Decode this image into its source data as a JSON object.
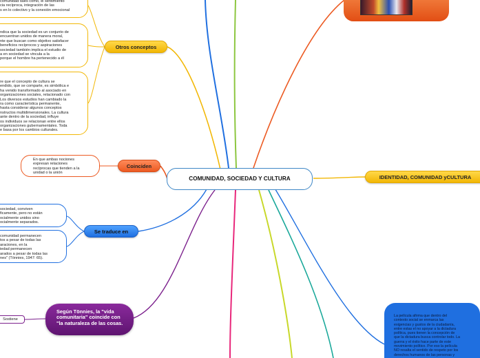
{
  "central": {
    "title": "COMUNIDAD, SOCIEDAD Y CULTURA"
  },
  "nodes": {
    "otros_conceptos": "Otros conceptos",
    "coinciden": "Coinciden",
    "se_traduce_en": "Se traduce en",
    "identidad": "IDENTIDAD, COMUNIDAD yCULTURA",
    "tonnies": "Según Tönnies, la \"vida comunitaria\" coincide con \"la naturaleza de las cosas.",
    "sostiene": "Sostiene"
  },
  "texts": {
    "otros_1": "comunidad tales como, el sentimiento\ncia recíproca, integración de las\ns en lo colectivo y la conexión emocional",
    "otros_2": "ndica que la sociedad es un conjunto de\nencuentran unidos de manera moral,\nnte que buscan como objetivo satisfacer\nbeneficios recíprocos y aspiraciones\nsociedad también implica el estudio de\na en sociedad se vincula a la\nporque el hombre ha pertenecido a él",
    "otros_3": "re que el concepto de cultura se\nendido, que se comparte, es simbólica e\nha venido transformado al asociado en\norganizaciones sociales, relacionado con\nLos diversos estudios han cambiado la\nra como característica permanente,\nhasta considerar algunos conceptos\nnstructos multidimensionales. La cultura\nante dentro de la sociedad, influye\nos individuos se relacionan entre ellos\norganizaciones gubernamentales. Toda\ne basa por los cambios culturales.",
    "coinciden_1": "En que ambas nociones\nexpresan relaciones\nrecíprocas que tienden a la\nunidad o la unión",
    "traduce_1": "sociedad, conviven\nficamente, pero no están\nocialmente unidos sino\nocialmente separados.",
    "traduce_2": "comunidad permanecen\ntos a pesar de todas las\naraciones, en la\niedad permanecen\narados a pesar de todas las\nnes\" (Tönnies, 1947: 65).",
    "blue_note": "La película afirma que dentro del\ncontexto social se enmarca las\nexigencias y gustos de la ciudadanía,\nentre estas el no apoyar a la dictadura\npolítica, pues tienen la concepción de\nque la dictadura busca controlar todo. La\nguerra y el éxito hace parte de este\nmovimiento político. Por eso la película\nNO resalta el sentido de respeto por los\nderechos humanos de las personas y"
  },
  "colors": {
    "yellow": "#f2b705",
    "orange": "#ec5a22",
    "blue": "#1f6fe0",
    "purple": "#7b1f8c",
    "green": "#8cc63f",
    "pink": "#e8267a",
    "lime": "#c8d82a",
    "teal": "#1aa89a",
    "central_border": "#3d86c6"
  }
}
